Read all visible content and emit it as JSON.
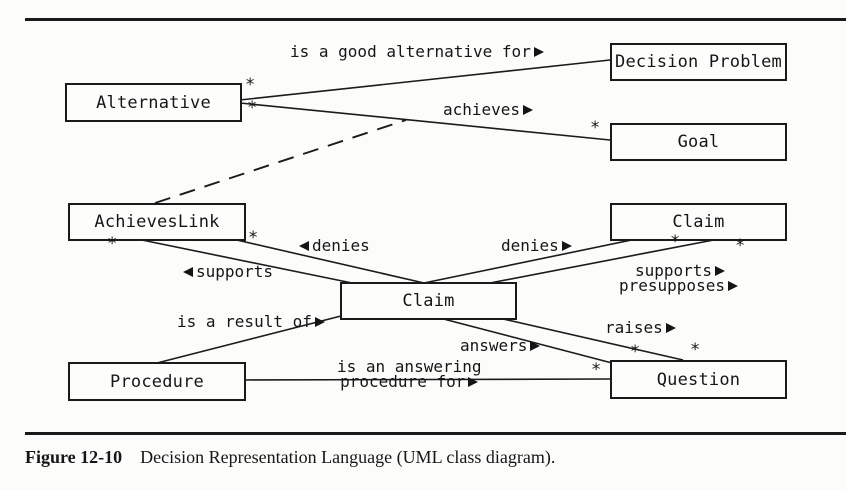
{
  "figure": {
    "caption_label": "Figure 12-10",
    "caption_text": "Decision Representation Language (UML class diagram)."
  },
  "diagram": {
    "multiplicity_symbol": "*",
    "classes": [
      {
        "name": "Alternative"
      },
      {
        "name": "Decision Problem"
      },
      {
        "name": "Goal"
      },
      {
        "name": "AchievesLink"
      },
      {
        "name": "Claim"
      },
      {
        "name": "Claim"
      },
      {
        "name": "Procedure"
      },
      {
        "name": "Question"
      }
    ],
    "associations": [
      {
        "label": "is a good alternative for",
        "direction": "right",
        "between": [
          "Alternative",
          "Decision Problem"
        ]
      },
      {
        "label": "achieves",
        "direction": "right",
        "between": [
          "Alternative",
          "Goal"
        ]
      },
      {
        "label": "denies",
        "direction": "left",
        "between": [
          "Claim",
          "AchievesLink"
        ]
      },
      {
        "label": "supports",
        "direction": "left",
        "between": [
          "Claim",
          "AchievesLink"
        ]
      },
      {
        "label": "denies",
        "direction": "right",
        "between": [
          "Claim",
          "Claim"
        ]
      },
      {
        "label": "supports",
        "direction": "right",
        "between": [
          "Claim",
          "Claim"
        ]
      },
      {
        "label": "presupposes",
        "direction": "right",
        "between": [
          "Claim",
          "Claim"
        ]
      },
      {
        "label": "is a result of",
        "direction": "right",
        "between": [
          "Procedure",
          "Claim"
        ]
      },
      {
        "label": "raises",
        "direction": "right",
        "between": [
          "Claim",
          "Question"
        ]
      },
      {
        "label": "answers",
        "direction": "right",
        "between": [
          "Claim",
          "Question"
        ]
      },
      {
        "label": "is an answering",
        "label_line2": "procedure for",
        "direction": "right",
        "between": [
          "Procedure",
          "Question"
        ]
      }
    ]
  }
}
